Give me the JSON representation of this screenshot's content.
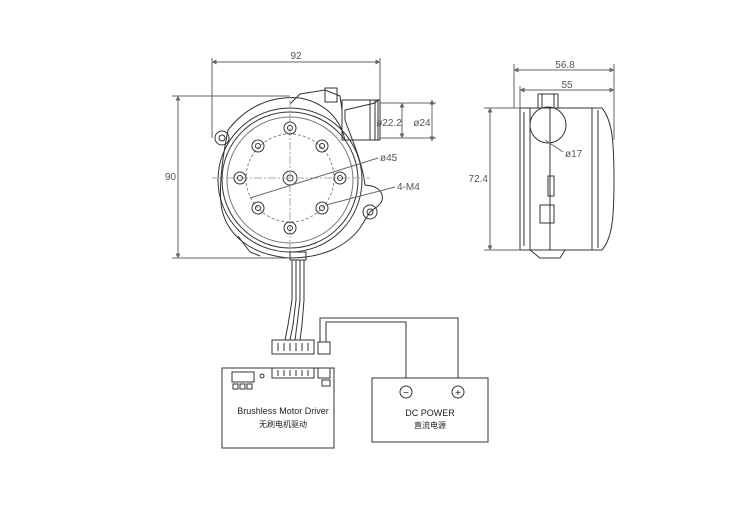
{
  "dimensions": {
    "width_92": "92",
    "height_90": "90",
    "outlet_inner": "ø22.2",
    "outlet_outer": "ø24",
    "bolt_circle": "ø45",
    "mount_holes": "4-M4",
    "side_width_568": "56.8",
    "side_width_55": "55",
    "side_height": "72.4",
    "side_outlet": "ø17"
  },
  "driver": {
    "label_en": "Brushless Motor Driver",
    "label_cn": "无刷电机驱动"
  },
  "power": {
    "label_en": "DC  POWER",
    "label_cn": "直流电源",
    "minus": "−",
    "plus": "+"
  }
}
